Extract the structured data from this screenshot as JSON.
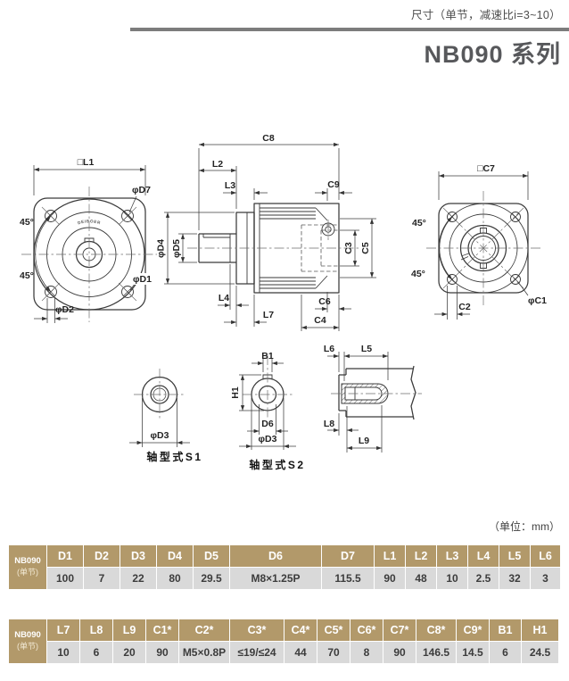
{
  "header": {
    "spec_note": "尺寸（单节，减速比i=3~10）",
    "title": "NB090 系列"
  },
  "drawing": {
    "front_view": {
      "brand": "DEIBOER",
      "dims": {
        "l1": "□L1",
        "d7": "φD7",
        "d1": "φD1",
        "d2": "φD2",
        "angle_top": "45°",
        "angle_bottom": "45°"
      }
    },
    "side_view": {
      "dims": {
        "c8": "C8",
        "l2": "L2",
        "l3": "L3",
        "c9": "C9",
        "d4": "φD4",
        "d5": "φD5",
        "c3": "C3",
        "c5": "C5",
        "l4": "L4",
        "l7": "L7",
        "c6": "C6",
        "c4": "C4"
      }
    },
    "rear_view": {
      "dims": {
        "c7": "□C7",
        "angle_top": "45°",
        "angle_bottom": "45°",
        "c2": "C2",
        "c1": "φC1"
      }
    },
    "shaft_s1": {
      "caption": "轴型式S1",
      "dims": {
        "d3": "φD3"
      }
    },
    "shaft_s2": {
      "caption": "轴型式S2",
      "dims": {
        "b1": "B1",
        "h1": "H1",
        "d6": "D6",
        "d3": "φD3"
      }
    },
    "key_detail": {
      "dims": {
        "l6": "L6",
        "l5": "L5",
        "l8": "L8",
        "l9": "L9"
      }
    }
  },
  "tables": {
    "unit_note": "（单位：mm）",
    "series_label": "NB090",
    "series_sub": "(单节)",
    "t1": {
      "headers": [
        "D1",
        "D2",
        "D3",
        "D4",
        "D5",
        "D6",
        "D7",
        "L1",
        "L2",
        "L3",
        "L4",
        "L5",
        "L6"
      ],
      "values": [
        "100",
        "7",
        "22",
        "80",
        "29.5",
        "M8×1.25P",
        "115.5",
        "90",
        "48",
        "10",
        "2.5",
        "32",
        "3"
      ]
    },
    "t2": {
      "headers": [
        "L7",
        "L8",
        "L9",
        "C1*",
        "C2*",
        "C3*",
        "C4*",
        "C5*",
        "C6*",
        "C7*",
        "C8*",
        "C9*",
        "B1",
        "H1"
      ],
      "values": [
        "10",
        "6",
        "20",
        "90",
        "M5×0.8P",
        "≤19/≤24",
        "44",
        "70",
        "8",
        "90",
        "146.5",
        "14.5",
        "6",
        "24.5"
      ]
    }
  },
  "colors": {
    "table_header_bg": "#b2996a",
    "table_value_bg": "#d9d9d9",
    "title_color": "#57585b",
    "rule_color": "#7c7c7c",
    "line_color": "#3a3a3a"
  }
}
